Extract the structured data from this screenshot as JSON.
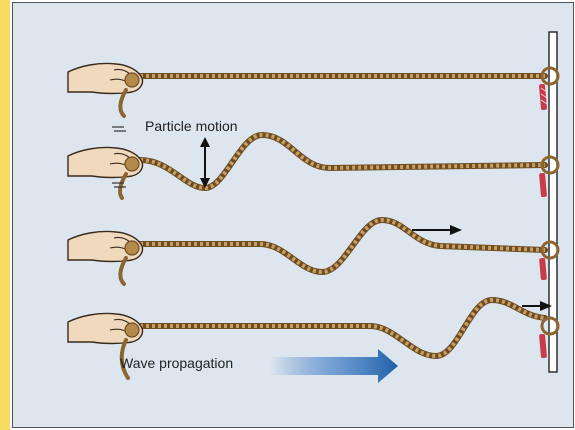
{
  "labels": {
    "particle_motion": "Particle motion",
    "wave_propagation": "Wave propagation"
  },
  "colors": {
    "background": "#dde5ef",
    "rope": "#b48a4c",
    "hand": "#f0d9bd",
    "wave_arrow": "#2f6fb7",
    "tie_red": "#c83b4a"
  },
  "icons": [
    "hand-icon",
    "rope-icon",
    "post-icon",
    "arrow-icon",
    "double-arrow-icon"
  ],
  "rows": [
    {
      "id": "row-1",
      "motion": "none"
    },
    {
      "id": "row-2",
      "motion": "crest-near-hand"
    },
    {
      "id": "row-3",
      "motion": "crest-middle"
    },
    {
      "id": "row-4",
      "motion": "crest-near-post"
    }
  ]
}
